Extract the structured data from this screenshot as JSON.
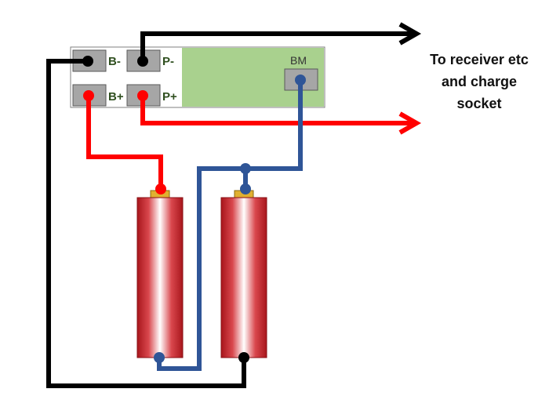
{
  "board": {
    "terminals": {
      "b_minus": "B-",
      "p_minus": "P-",
      "b_plus": "B+",
      "p_plus": "P+",
      "bm": "BM"
    },
    "colors": {
      "board_body": "#a9d18e",
      "pad": "#a6a6a6"
    }
  },
  "wire_colors": {
    "negative": "#000000",
    "positive": "#ff0000",
    "balance": "#2f5597"
  },
  "battery_colors": {
    "edge": "#b01e23",
    "highlight": "#ffffff",
    "cap": "#e0b030"
  },
  "note": {
    "line1": "To receiver etc",
    "line2": "and charge",
    "line3": "socket"
  }
}
